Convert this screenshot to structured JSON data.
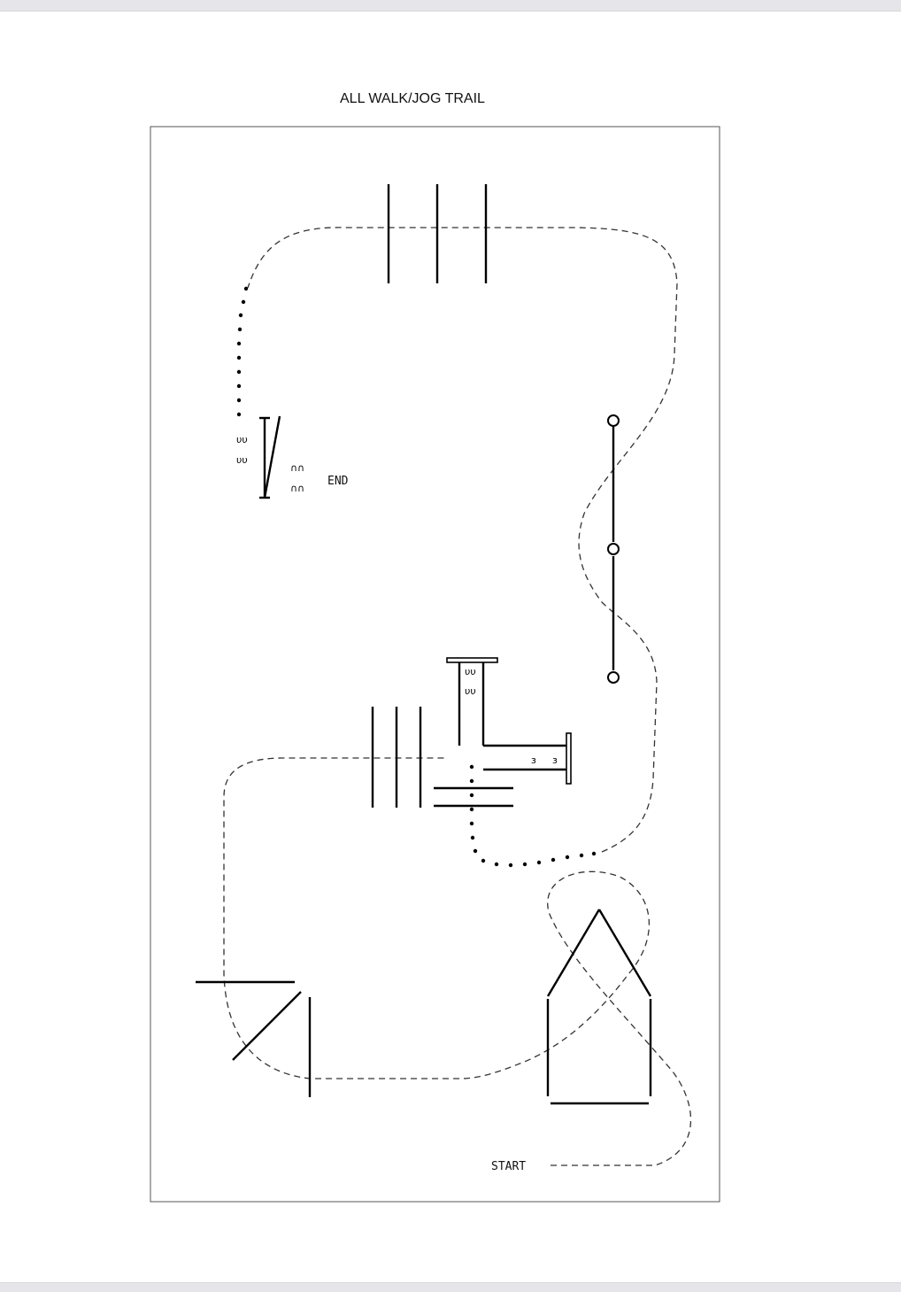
{
  "diagram": {
    "title": "ALL WALK/JOG TRAIL",
    "labels": {
      "start": "START",
      "end": "END"
    }
  }
}
